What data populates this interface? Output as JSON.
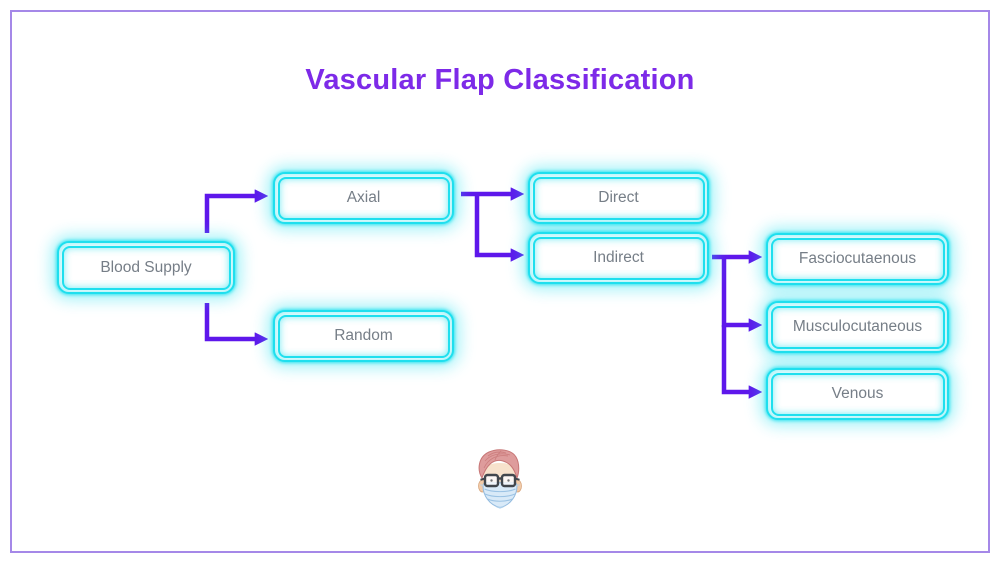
{
  "page": {
    "title": "Vascular Flap Classification"
  },
  "colors": {
    "title_text": "#7d2ae8",
    "arrow": "#5e17eb",
    "node_border_glow": "#1fdfee",
    "node_text": "#767e87",
    "frame_border": "#a588e8",
    "background": "#ffffff",
    "mascot_hair": "#de9c9c",
    "mascot_mask": "#d9eaf8"
  },
  "diagram": {
    "nodes": [
      {
        "id": "blood-supply",
        "label": "Blood Supply"
      },
      {
        "id": "axial",
        "label": "Axial"
      },
      {
        "id": "random",
        "label": "Random"
      },
      {
        "id": "direct",
        "label": "Direct"
      },
      {
        "id": "indirect",
        "label": "Indirect"
      },
      {
        "id": "fasciocutaenous",
        "label": "Fasciocutaenous"
      },
      {
        "id": "musculocutaneous",
        "label": "Musculocutaneous"
      },
      {
        "id": "venous",
        "label": "Venous"
      }
    ],
    "edges": [
      {
        "from": "blood-supply",
        "to": "axial"
      },
      {
        "from": "blood-supply",
        "to": "random"
      },
      {
        "from": "axial",
        "to": "direct"
      },
      {
        "from": "axial",
        "to": "indirect"
      },
      {
        "from": "indirect",
        "to": "fasciocutaenous"
      },
      {
        "from": "indirect",
        "to": "musculocutaneous"
      },
      {
        "from": "indirect",
        "to": "venous"
      }
    ]
  },
  "footer": {
    "mascot_icon": "doctor-face-with-mask-and-glasses"
  }
}
